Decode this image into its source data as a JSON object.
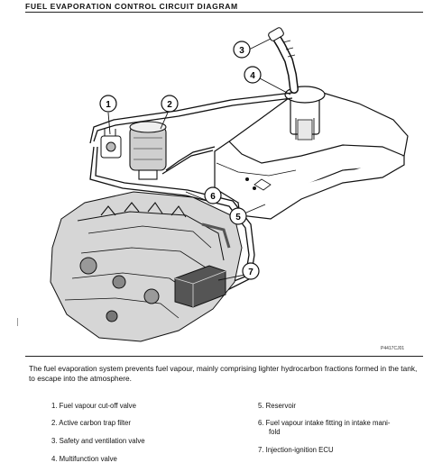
{
  "header": {
    "title": "FUEL EVAPORATION CONTROL CIRCUIT DIAGRAM"
  },
  "figure": {
    "callouts": [
      "1",
      "2",
      "3",
      "4",
      "5",
      "6",
      "7"
    ],
    "reference_code": "P4417CJ01"
  },
  "description": "The fuel evaporation system prevents fuel vapour, mainly comprising lighter hydrocarbon fractions formed in the tank, to escape into the atmosphere.",
  "legend": {
    "items": [
      "1. Fuel vapour cut-off valve",
      "2. Active carbon trap filter",
      "3. Safety and ventilation valve",
      "4. Multifunction valve",
      "5. Reservoir",
      "6. Fuel vapour intake fitting in intake mani-",
      "fold",
      "7. Injection-ignition ECU"
    ]
  }
}
